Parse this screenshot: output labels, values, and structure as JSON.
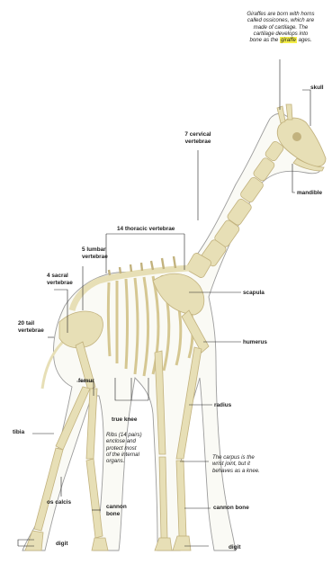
{
  "notes": {
    "ossicones_a": "Giraffes are born with horns",
    "ossicones_b": "called ossicones, which are",
    "ossicones_c": "made of cartilage. The",
    "ossicones_d": "cartilage develops into",
    "ossicones_e_pre": "bone as the ",
    "ossicones_e_hl": "giraffe",
    "ossicones_e_post": " ages.",
    "ribs_a": "Ribs (14 pairs)",
    "ribs_b": "enclose and",
    "ribs_c": "protect most",
    "ribs_d": "of the internal",
    "ribs_e": "organs.",
    "carpus_a": "The carpus is the",
    "carpus_b": "wrist joint, but it",
    "carpus_c": "behaves as a knee."
  },
  "labels": {
    "skull": "skull",
    "cervical_a": "7 cervical",
    "cervical_b": "vertebrae",
    "mandible": "mandible",
    "thoracic": "14 thoracic vertebrae",
    "lumbar_a": "5 lumbar",
    "lumbar_b": "vertebrae",
    "sacral_a": "4 sacral",
    "sacral_b": "vertebrae",
    "tail_a": "20 tail",
    "tail_b": "vertebrae",
    "scapula": "scapula",
    "humerus": "humerus",
    "femur": "femur",
    "radius": "radius",
    "true_knee": "true knee",
    "tibia": "tibia",
    "os_calcis": "os calcis",
    "cannon_bone_hind_a": "cannon",
    "cannon_bone_hind_b": "bone",
    "cannon_bone_fore": "cannon bone",
    "digit_hind": "digit",
    "digit_fore": "digit"
  },
  "colors": {
    "bone": "#e7dfb6",
    "bone_shade": "#c2b27e",
    "outline": "#9c9c9c",
    "leader": "#222222",
    "highlight": "#f4ee4a"
  }
}
